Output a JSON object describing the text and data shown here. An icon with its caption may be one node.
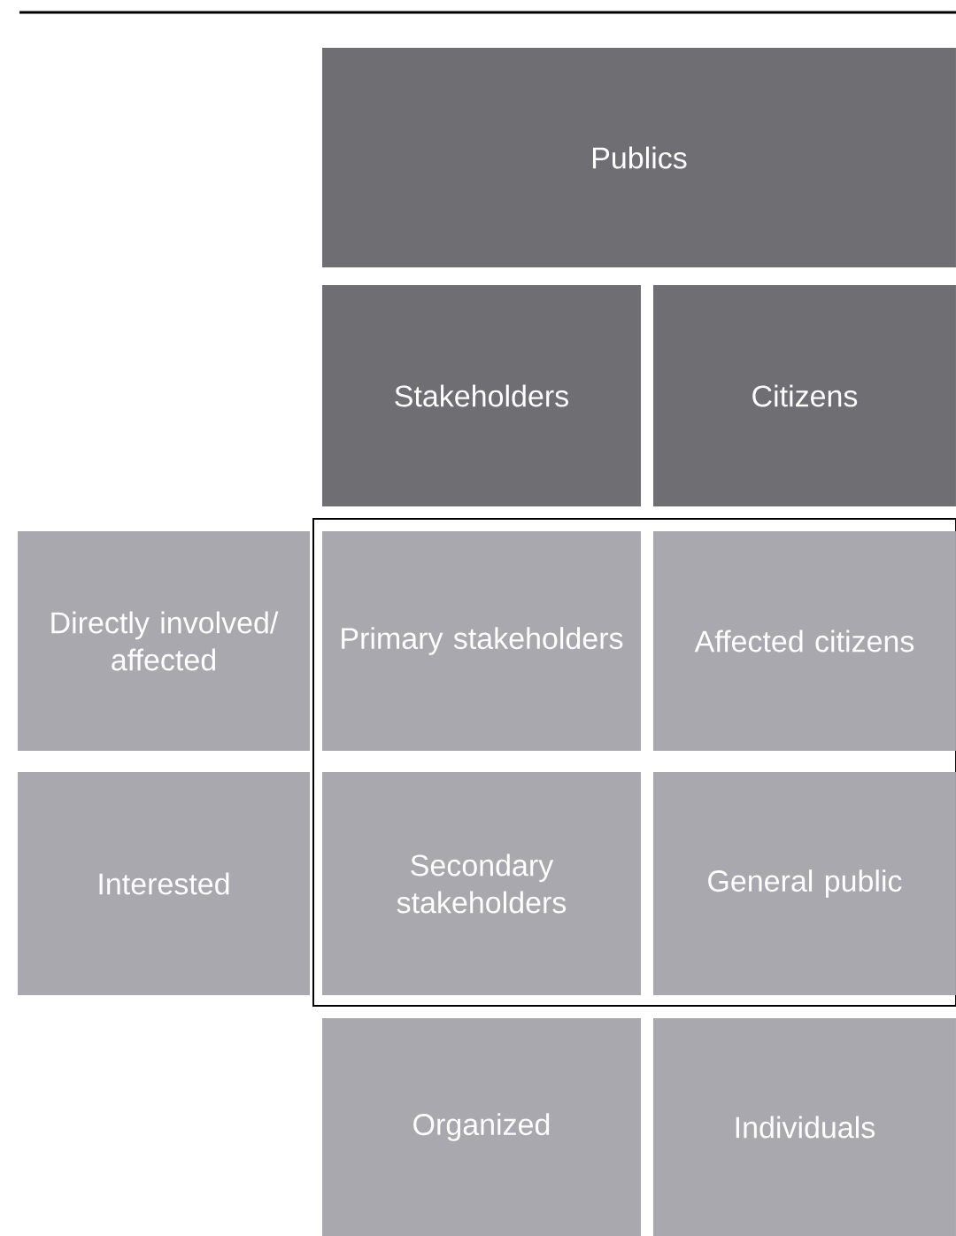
{
  "diagram": {
    "nodes": [
      {
        "text": [
          "Publics"
        ]
      },
      {
        "text": [
          "Stakeholders"
        ]
      },
      {
        "text": [
          "Citizens"
        ]
      },
      {
        "text": [
          "Directly involved/ affected"
        ]
      },
      {
        "text": [
          "Primary stakeholders"
        ]
      },
      {
        "text": [
          "Affected citizens"
        ]
      },
      {
        "text": [
          "Interested"
        ]
      },
      {
        "text": [
          "Secondary stakeholders"
        ]
      },
      {
        "text": [
          "General public"
        ]
      },
      {
        "text": [
          "Organized"
        ]
      },
      {
        "text": [
          "Individuals"
        ]
      }
    ]
  }
}
